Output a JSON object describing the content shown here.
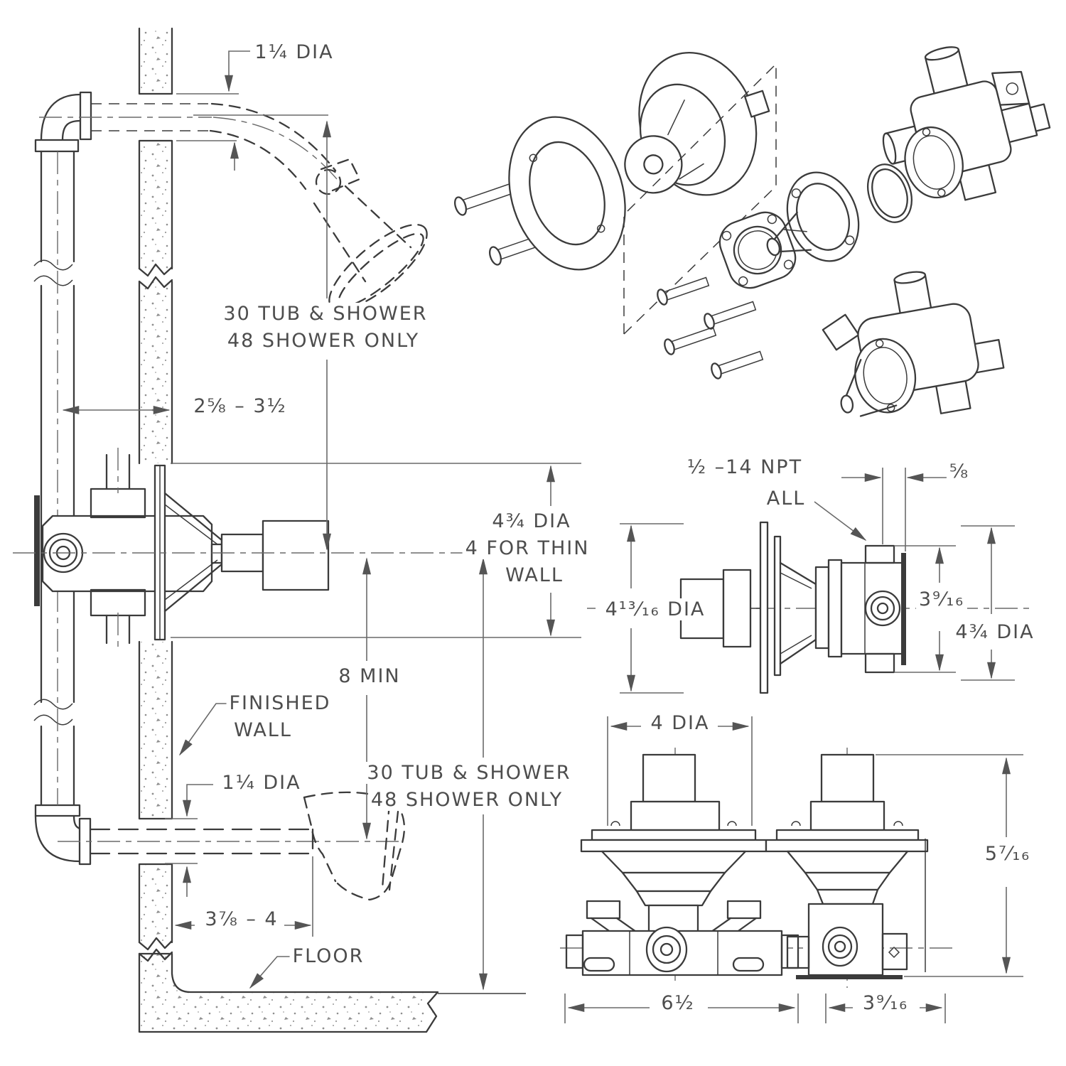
{
  "colors": {
    "line": "#3b3b3b",
    "dim": "#6a6a6a",
    "text": "#4d4d4d",
    "background": "#ffffff"
  },
  "installation": {
    "labels": {
      "shower_arm_dia": "1¼ DIA",
      "shower_height_1": "30 TUB & SHOWER",
      "shower_height_2": "48 SHOWER ONLY",
      "supply_to_wall": "2⅝ – 3½",
      "escutcheon_dia_1": "4¾ DIA",
      "escutcheon_dia_2": "4 FOR THIN",
      "escutcheon_dia_3": "WALL",
      "valve_to_spout": "8 MIN",
      "finished_wall_1": "FINISHED",
      "finished_wall_2": "WALL",
      "spout_hole_dia": "1¼ DIA",
      "spout_height_1": "30 TUB & SHOWER",
      "spout_height_2": "48 SHOWER ONLY",
      "spout_reach": "3⅞ – 4",
      "floor": "FLOOR"
    }
  },
  "valve_side_view": {
    "labels": {
      "thread_spec_1": "½ –14 NPT",
      "thread_spec_2": "ALL",
      "guard_offset": "⅝",
      "escutcheon_dia": "4¹³⁄₁₆ DIA",
      "port_spacing": "3⁹⁄₁₆",
      "escutcheon_height": "4¾ DIA"
    }
  },
  "valve_front_views": {
    "labels": {
      "escutcheon_dia": "4 DIA",
      "overall_height": "5⁷⁄₁₆",
      "overall_width": "6½",
      "overall_depth": "3⁹⁄₁₆"
    }
  }
}
